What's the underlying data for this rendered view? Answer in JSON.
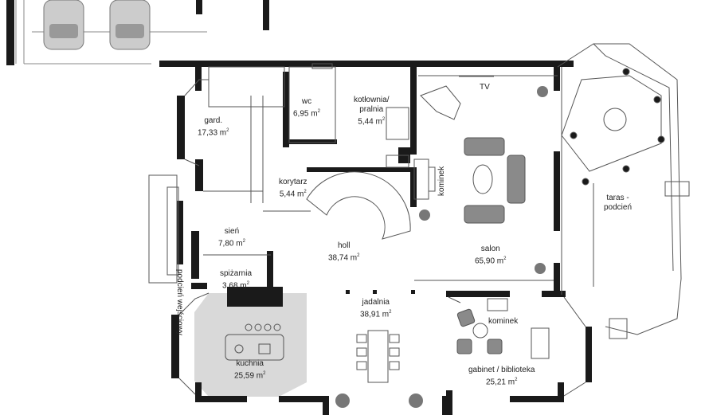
{
  "rooms": [
    {
      "id": "gard",
      "name": "gard.",
      "area": "17,33 m",
      "sup": "2"
    },
    {
      "id": "wc",
      "name": "wc",
      "area": "6,95 m",
      "sup": "2"
    },
    {
      "id": "kotlownia",
      "name": "kotłownia/",
      "name2": "pralnia",
      "area": "5,44 m",
      "sup": "2"
    },
    {
      "id": "korytarz",
      "name": "korytarz",
      "area": "5,44 m",
      "sup": "2"
    },
    {
      "id": "sien",
      "name": "sień",
      "area": "7,80 m",
      "sup": "2"
    },
    {
      "id": "holl",
      "name": "holl",
      "area": "38,74 m",
      "sup": "2"
    },
    {
      "id": "salon",
      "name": "salon",
      "area": "65,90 m",
      "sup": "2"
    },
    {
      "id": "spizarnia",
      "name": "spiżarnia",
      "area": "3,68 m",
      "sup": "2"
    },
    {
      "id": "jadalnia",
      "name": "jadalnia",
      "area": "38,91 m",
      "sup": "2"
    },
    {
      "id": "kuchnia",
      "name": "kuchnia",
      "area": "25,59 m",
      "sup": "2"
    },
    {
      "id": "gabinet",
      "name": "gabinet / biblioteka",
      "area": "25,21 m",
      "sup": "2"
    },
    {
      "id": "taras",
      "name": "taras -",
      "name2": "podcień"
    }
  ],
  "labels": {
    "tv": "TV",
    "kominek_salon": "kominek",
    "kominek_gabinet": "kominek",
    "podcien_wejsciowy": "podcień wejściowy"
  },
  "colors": {
    "wall": "#1a1a1a",
    "kitchen_floor": "#d9d9d9",
    "furniture": "#8a8a8a",
    "line": "#555555"
  }
}
